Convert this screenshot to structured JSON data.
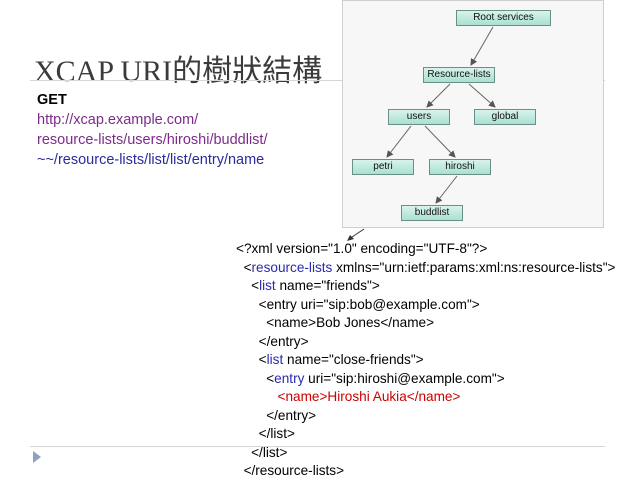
{
  "slide": {
    "title": "XCAP URI的樹狀結構"
  },
  "request": {
    "method": "GET",
    "url": "http://xcap.example.com/",
    "path1": "resource-lists/users/hiroshi/buddlist/",
    "path2": "~~/resource-lists/list/list/entry/name"
  },
  "tree": {
    "root": "Root services",
    "resource_lists": "Resource-lists",
    "users": "users",
    "global": "global",
    "petri": "petri",
    "hiroshi": "hiroshi",
    "buddlist": "buddlist"
  },
  "xml": {
    "l1": "<?xml version=\"1.0\" encoding=\"UTF-8\"?>",
    "l2_open": "<",
    "l2_tag": "resource-lists",
    "l2_rest": " xmlns=\"urn:ietf:params:xml:ns:resource-lists\">",
    "l3_open": "<",
    "l3_tag": "list",
    "l3_rest": " name=\"friends\">",
    "l4": "<entry uri=\"sip:bob@example.com\">",
    "l5_a": "<name>",
    "l5_b": "Bob Jones",
    "l5_c": "</name>",
    "l6": "</entry>",
    "l7_open": "<",
    "l7_tag": "list",
    "l7_rest": " name=\"close-friends\">",
    "l8_open": "<",
    "l8_tag": "entry",
    "l8_rest": " uri=\"sip:hiroshi@example.com\">",
    "l9": "<name>Hiroshi Aukia</name>",
    "l10": "</entry>",
    "l11": "</list>",
    "l12": "</list>",
    "l13": "</resource-lists>"
  }
}
